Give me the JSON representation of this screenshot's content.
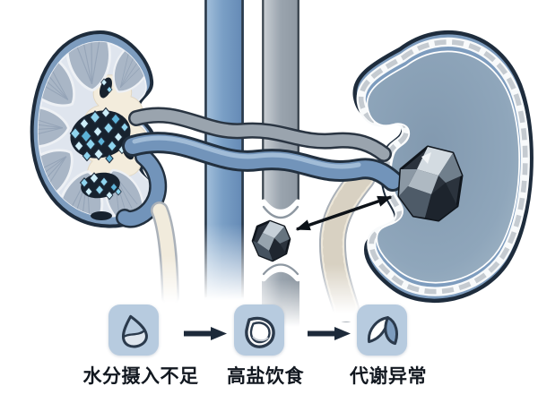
{
  "illustration": {
    "subject": "kidney-stone-formation-diagram",
    "elements": {
      "left_kidney": "kidney-cross-section-with-crystal-deposits",
      "center": "ureter-tube-with-lodged-stone",
      "right_kidney": "hollow-kidney-with-large-stone",
      "link": "double-headed-arrow-between-stones"
    }
  },
  "causes": {
    "items": [
      {
        "label": "水分摄入不足",
        "icon": "water-drop-icon"
      },
      {
        "label": "高盐饮食",
        "icon": "salt-bowl-icon"
      },
      {
        "label": "代谢异常",
        "icon": "metabolism-leaves-icon"
      }
    ]
  },
  "colors": {
    "navy_outline": "#1e2c3c",
    "kidney_cortex_blue": "#7d9cbe",
    "inner_pale": "#dfe5ee",
    "pyramid_blue_gray": "#a9b6c6",
    "pelvis_cream": "#f3ecdc",
    "crystal_blue": "#8fd4ee",
    "stone_dark": "#2b333d",
    "vessel_gray": "#9aa4ae",
    "vessel_blue": "#7294ba",
    "right_interior": "#8a9fb5",
    "icon_background": "#b7cbdf",
    "arrow_dark": "#1d2a3a",
    "label_text": "#121820",
    "background": "#ffffff"
  }
}
